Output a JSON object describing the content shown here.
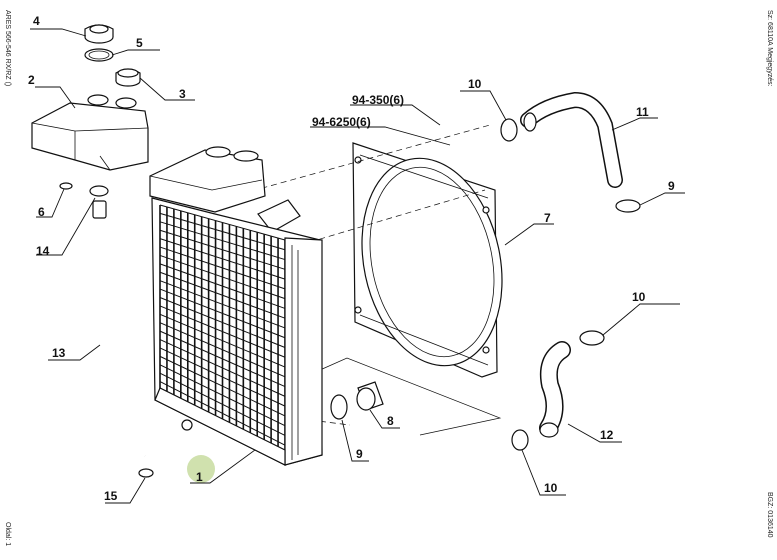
{
  "side_text": {
    "left_top": "ARES 566-546 RX/RZ ()",
    "left_bottom": "Oldal: 1",
    "right_top": "Sz: 68110A   Megjegyzés:",
    "right_bottom": "BGZ: 0136140"
  },
  "references": [
    {
      "id": "ref-1",
      "text": "94-350(6)"
    },
    {
      "id": "ref-2",
      "text": "94-6250(6)"
    }
  ],
  "callouts": [
    {
      "id": "c4",
      "number": "4"
    },
    {
      "id": "c5",
      "number": "5"
    },
    {
      "id": "c3",
      "number": "3"
    },
    {
      "id": "c2",
      "number": "2"
    },
    {
      "id": "c6",
      "number": "6"
    },
    {
      "id": "c14",
      "number": "14"
    },
    {
      "id": "c13",
      "number": "13"
    },
    {
      "id": "c15",
      "number": "15"
    },
    {
      "id": "c1",
      "number": "1"
    },
    {
      "id": "c10a",
      "number": "10"
    },
    {
      "id": "c11",
      "number": "11"
    },
    {
      "id": "c9a",
      "number": "9"
    },
    {
      "id": "c7",
      "number": "7"
    },
    {
      "id": "c10b",
      "number": "10"
    },
    {
      "id": "c8",
      "number": "8"
    },
    {
      "id": "c9b",
      "number": "9"
    },
    {
      "id": "c12",
      "number": "12"
    },
    {
      "id": "c10c",
      "number": "10"
    }
  ],
  "colors": {
    "line": "#111111",
    "highlight": "#c8dca0"
  }
}
